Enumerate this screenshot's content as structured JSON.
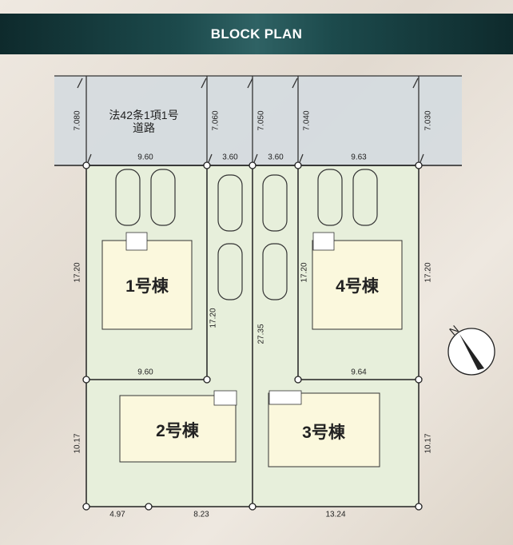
{
  "header": {
    "title": "BLOCK PLAN"
  },
  "road": {
    "line1": "法42条1項1号",
    "line2": "道路",
    "widths": [
      "7.080",
      "7.060",
      "7.050",
      "7.040",
      "7.030"
    ]
  },
  "frontage": [
    "9.60",
    "3.60",
    "3.60",
    "9.63"
  ],
  "lots": {
    "lot1": {
      "name": "1号棟",
      "depth": "17.20",
      "back": "9.60"
    },
    "lot4": {
      "name": "4号棟",
      "depth_left": "17.20",
      "depth_right": "17.20",
      "back": "9.64"
    },
    "lot2": {
      "name": "2号棟",
      "depth": "10.17",
      "pole": "17.20",
      "bottom_a": "4.97",
      "bottom_b": "8.23"
    },
    "lot3": {
      "name": "3号棟",
      "depth": "10.17",
      "pole": "27.35",
      "bottom": "13.24"
    }
  },
  "compass": {
    "label": "N"
  },
  "colors": {
    "lot": "#e7efdb",
    "road": "#d5dbe0",
    "house": "#fbf8dd"
  }
}
